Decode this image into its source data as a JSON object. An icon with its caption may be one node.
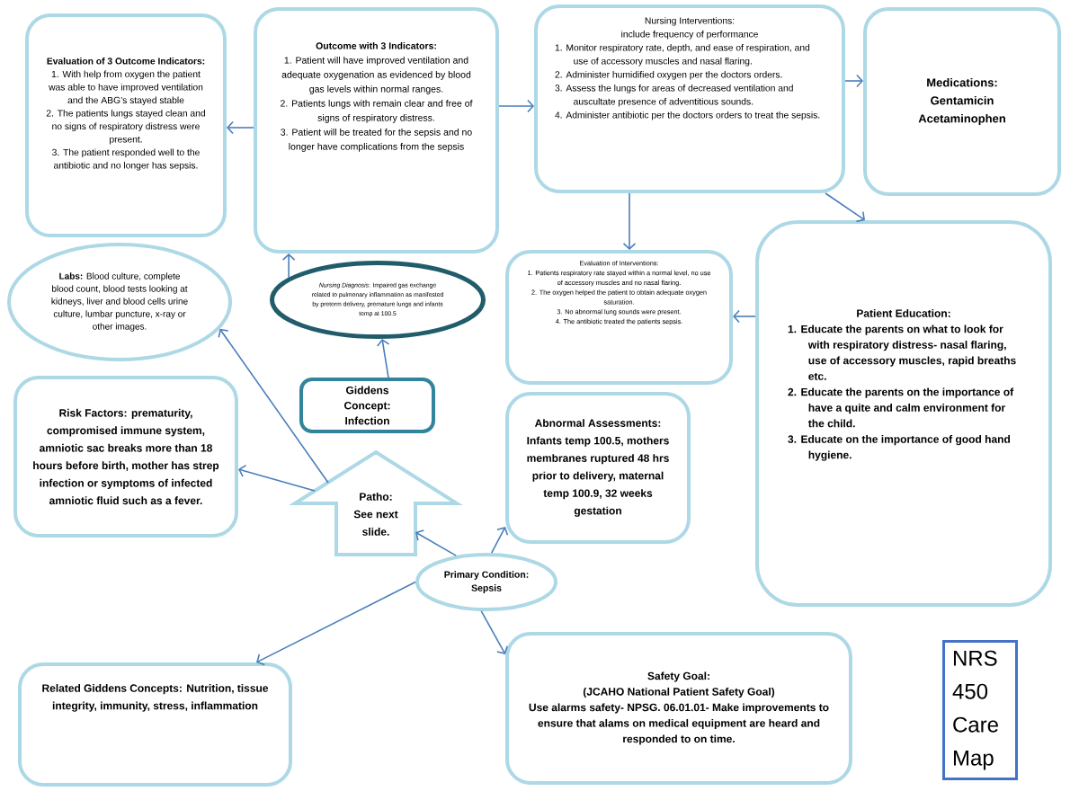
{
  "diagram": {
    "nodes": [
      {
        "text": [
          "Evaluation of 3 Outcome Indicators:",
          "1. With help from oxygen the patient was able to have improved ventilation and the ABG’s stayed stable",
          "2. The patients lungs stayed clean and no signs of respiratory distress were present.",
          "3. The patient responded well to the antibiotic and no longer has sepsis."
        ]
      },
      {
        "text": [
          "Outcome with 3 Indicators:",
          "1. Patient will have improved ventilation and adequate oxygenation as evidenced by blood gas levels within normal ranges.",
          "2. Patients lungs with remain clear and free of signs of respiratory distress.",
          "3. Patient will be treated for the sepsis and no longer have complications from the sepsis"
        ]
      },
      {
        "text": [
          "Nursing Interventions:",
          "include frequency of performance",
          "1. Monitor respiratory rate, depth, and ease of respiration, and use of accessory muscles and nasal flaring.",
          "2. Administer humidified oxygen per the doctors orders.",
          "3. Assess the lungs for areas of decreased ventilation and auscultate presence of adventitious sounds.",
          "4. Administer antibiotic per the doctors orders to treat the sepsis."
        ]
      },
      {
        "text": [
          "Medications:",
          "Gentamicin",
          "Acetaminophen"
        ]
      },
      {
        "text": [
          "**Labs:** Blood culture, complete blood count, blood tests looking at kidneys, liver and blood cells urine culture, lumbar puncture, x-ray or other images."
        ]
      },
      {
        "text": [
          "*Nursing Diagnosis*: Impaired gas exchange related to pulmonary inflammation as manifested by preterm delivery, premature lungs and infants temp at 100.5"
        ]
      },
      {
        "text": [
          "Evaluation of Interventions:",
          "1. Patients respiratory rate stayed within a normal level, no use of accessory muscles and no nasal flaring.",
          "2. The oxygen helped the patient to obtain adequate oxygen saturation.",
          "3. No abnormal lung sounds were present.",
          "4. The antibiotic treated the patients sepsis."
        ]
      },
      {
        "text": [
          "Patient Education:",
          "1. Educate the parents on what to look for with respiratory distress- nasal flaring, use of accessory muscles, rapid breaths etc.",
          "2. Educate the parents on the importance of have a quite and calm environment for the child.",
          "3. Educate on the importance of good hand hygiene."
        ]
      },
      {
        "text": [
          "Risk Factors: prematurity, compromised immune system, amniotic sac breaks more than 18 hours before birth, mother has strep infection or symptoms of infected amniotic fluid such as a fever."
        ]
      },
      {
        "text": [
          "Giddens Concept: Infection"
        ]
      },
      {
        "text": [
          "Patho:",
          "See next slide."
        ]
      },
      {
        "text": [
          "Abnormal Assessments:",
          "Infants temp 100.5, mothers membranes ruptured 48 hrs prior to delivery, maternal temp 100.9, 32 weeks gestation"
        ]
      },
      {
        "text": [
          "Primary Condition:",
          "Sepsis"
        ]
      },
      {
        "text": [
          "Related Giddens Concepts: Nutrition, tissue integrity, immunity, stress, inflammation"
        ]
      },
      {
        "text": [
          "Safety Goal:",
          "(JCAHO National Patient Safety Goal)",
          "Use alarms safety- NPSG. 06.01.01- Make improvements to ensure that alams on medical equipment are heard and responded to on time."
        ]
      },
      {
        "text": [
          "NRS 450 Care Map"
        ]
      }
    ],
    "edges": [
      {
        "from": 1,
        "to": 0,
        "arrow": "to"
      },
      {
        "from": 1,
        "to": 2,
        "arrow": "to"
      },
      {
        "from": 2,
        "to": 3,
        "arrow": "to"
      },
      {
        "from": 2,
        "to": 7,
        "arrow": "to"
      },
      {
        "from": 2,
        "to": 6,
        "arrow": "to"
      },
      {
        "from": 7,
        "to": 6,
        "arrow": "to"
      },
      {
        "from": 5,
        "to": 1,
        "arrow": "to"
      },
      {
        "from": 9,
        "to": 5,
        "arrow": "to"
      },
      {
        "from": 10,
        "to": 4,
        "arrow": "to"
      },
      {
        "from": 10,
        "to": 8,
        "arrow": "to"
      },
      {
        "from": 12,
        "to": 10,
        "arrow": "to"
      },
      {
        "from": 12,
        "to": 11,
        "arrow": "to"
      },
      {
        "from": 12,
        "to": 13,
        "arrow": "to"
      },
      {
        "from": 12,
        "to": 14,
        "arrow": "to"
      }
    ]
  }
}
